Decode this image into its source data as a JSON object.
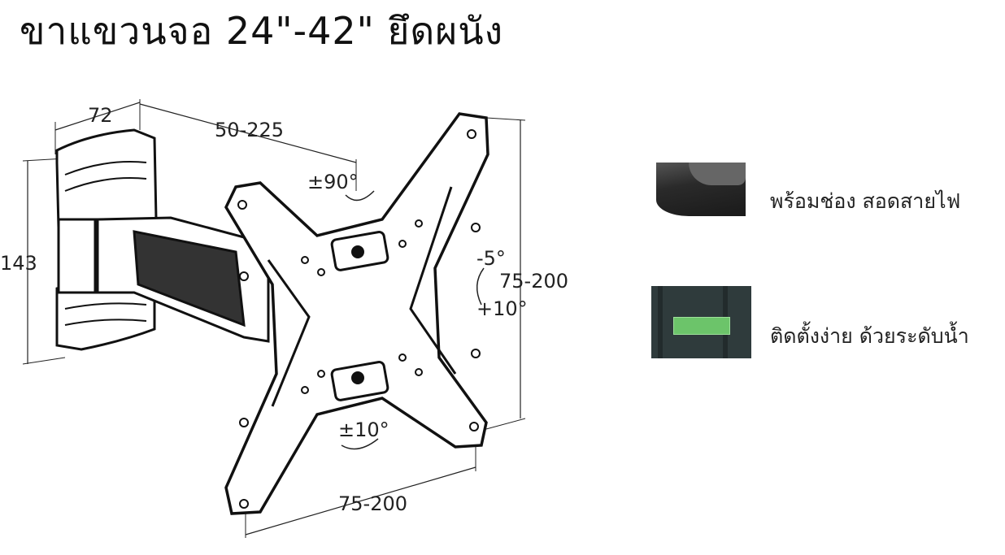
{
  "title": "ขาแขวนจอ 24\"-42\" ยึดผนัง",
  "diagram": {
    "width_label": "72",
    "arm_extension_label": "50-225",
    "swivel_label": "±90°",
    "height_label": "143",
    "tilt_up_label": "-5°",
    "vesa_vertical_label": "75-200",
    "tilt_down_label": "+10°",
    "rotation_label": "±10°",
    "vesa_horizontal_label": "75-200"
  },
  "features": [
    {
      "label": "พร้อมช่อง สอดสายไฟ",
      "icon": "cable-channel-photo"
    },
    {
      "label": "ติดตั้งง่าย ด้วยระดับน้ำ",
      "icon": "spirit-level-photo"
    }
  ]
}
